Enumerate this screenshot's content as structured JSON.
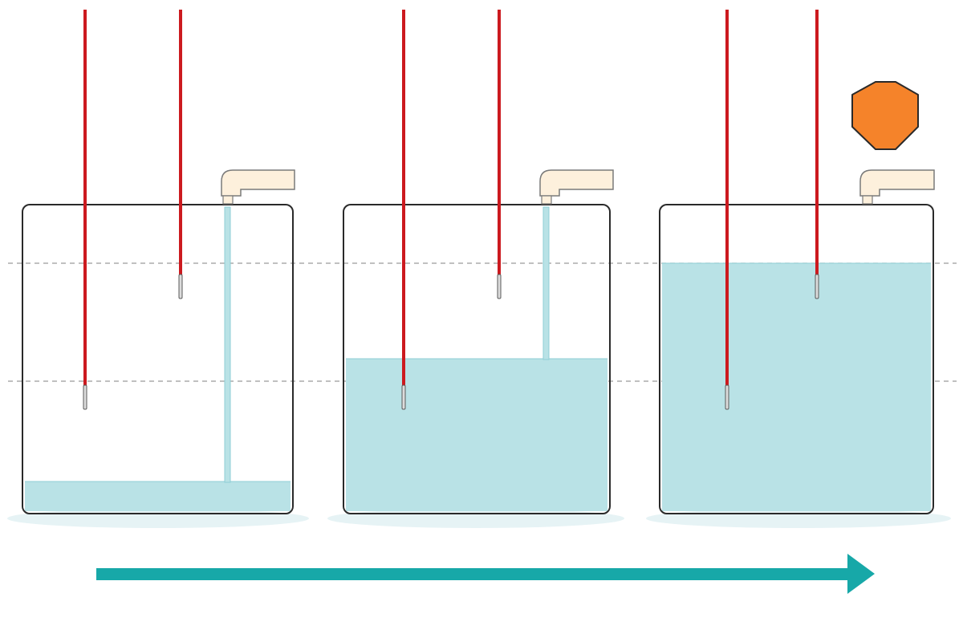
{
  "diagram": {
    "kind": "tank-fill-sequence",
    "stages": [
      {
        "stage": 1,
        "water_level": "low",
        "faucet_flowing": true,
        "stop_signal": false
      },
      {
        "stage": 2,
        "water_level": "middle",
        "faucet_flowing": true,
        "stop_signal": false
      },
      {
        "stage": 3,
        "water_level": "high",
        "faucet_flowing": false,
        "stop_signal": true
      }
    ],
    "sensors": [
      "low-level-probe",
      "high-level-probe"
    ],
    "reference_lines": [
      "high-level-line",
      "low-level-line"
    ],
    "progress_arrow": {
      "direction": "right"
    },
    "colors": {
      "water": "#b9e2e6",
      "water_edge": "#8fcfd6",
      "sensor_wire": "#cc1a1f",
      "probe_tip": "#9a9a9a",
      "tank_outline": "#2a2a2a",
      "faucet": "#fdf0dc",
      "faucet_outline": "#7a7a7a",
      "stop_signal": "#f5832a",
      "arrow": "#17a8a8",
      "reference_line": "#9a9a9a",
      "shadow": "#e6f3f5"
    }
  }
}
